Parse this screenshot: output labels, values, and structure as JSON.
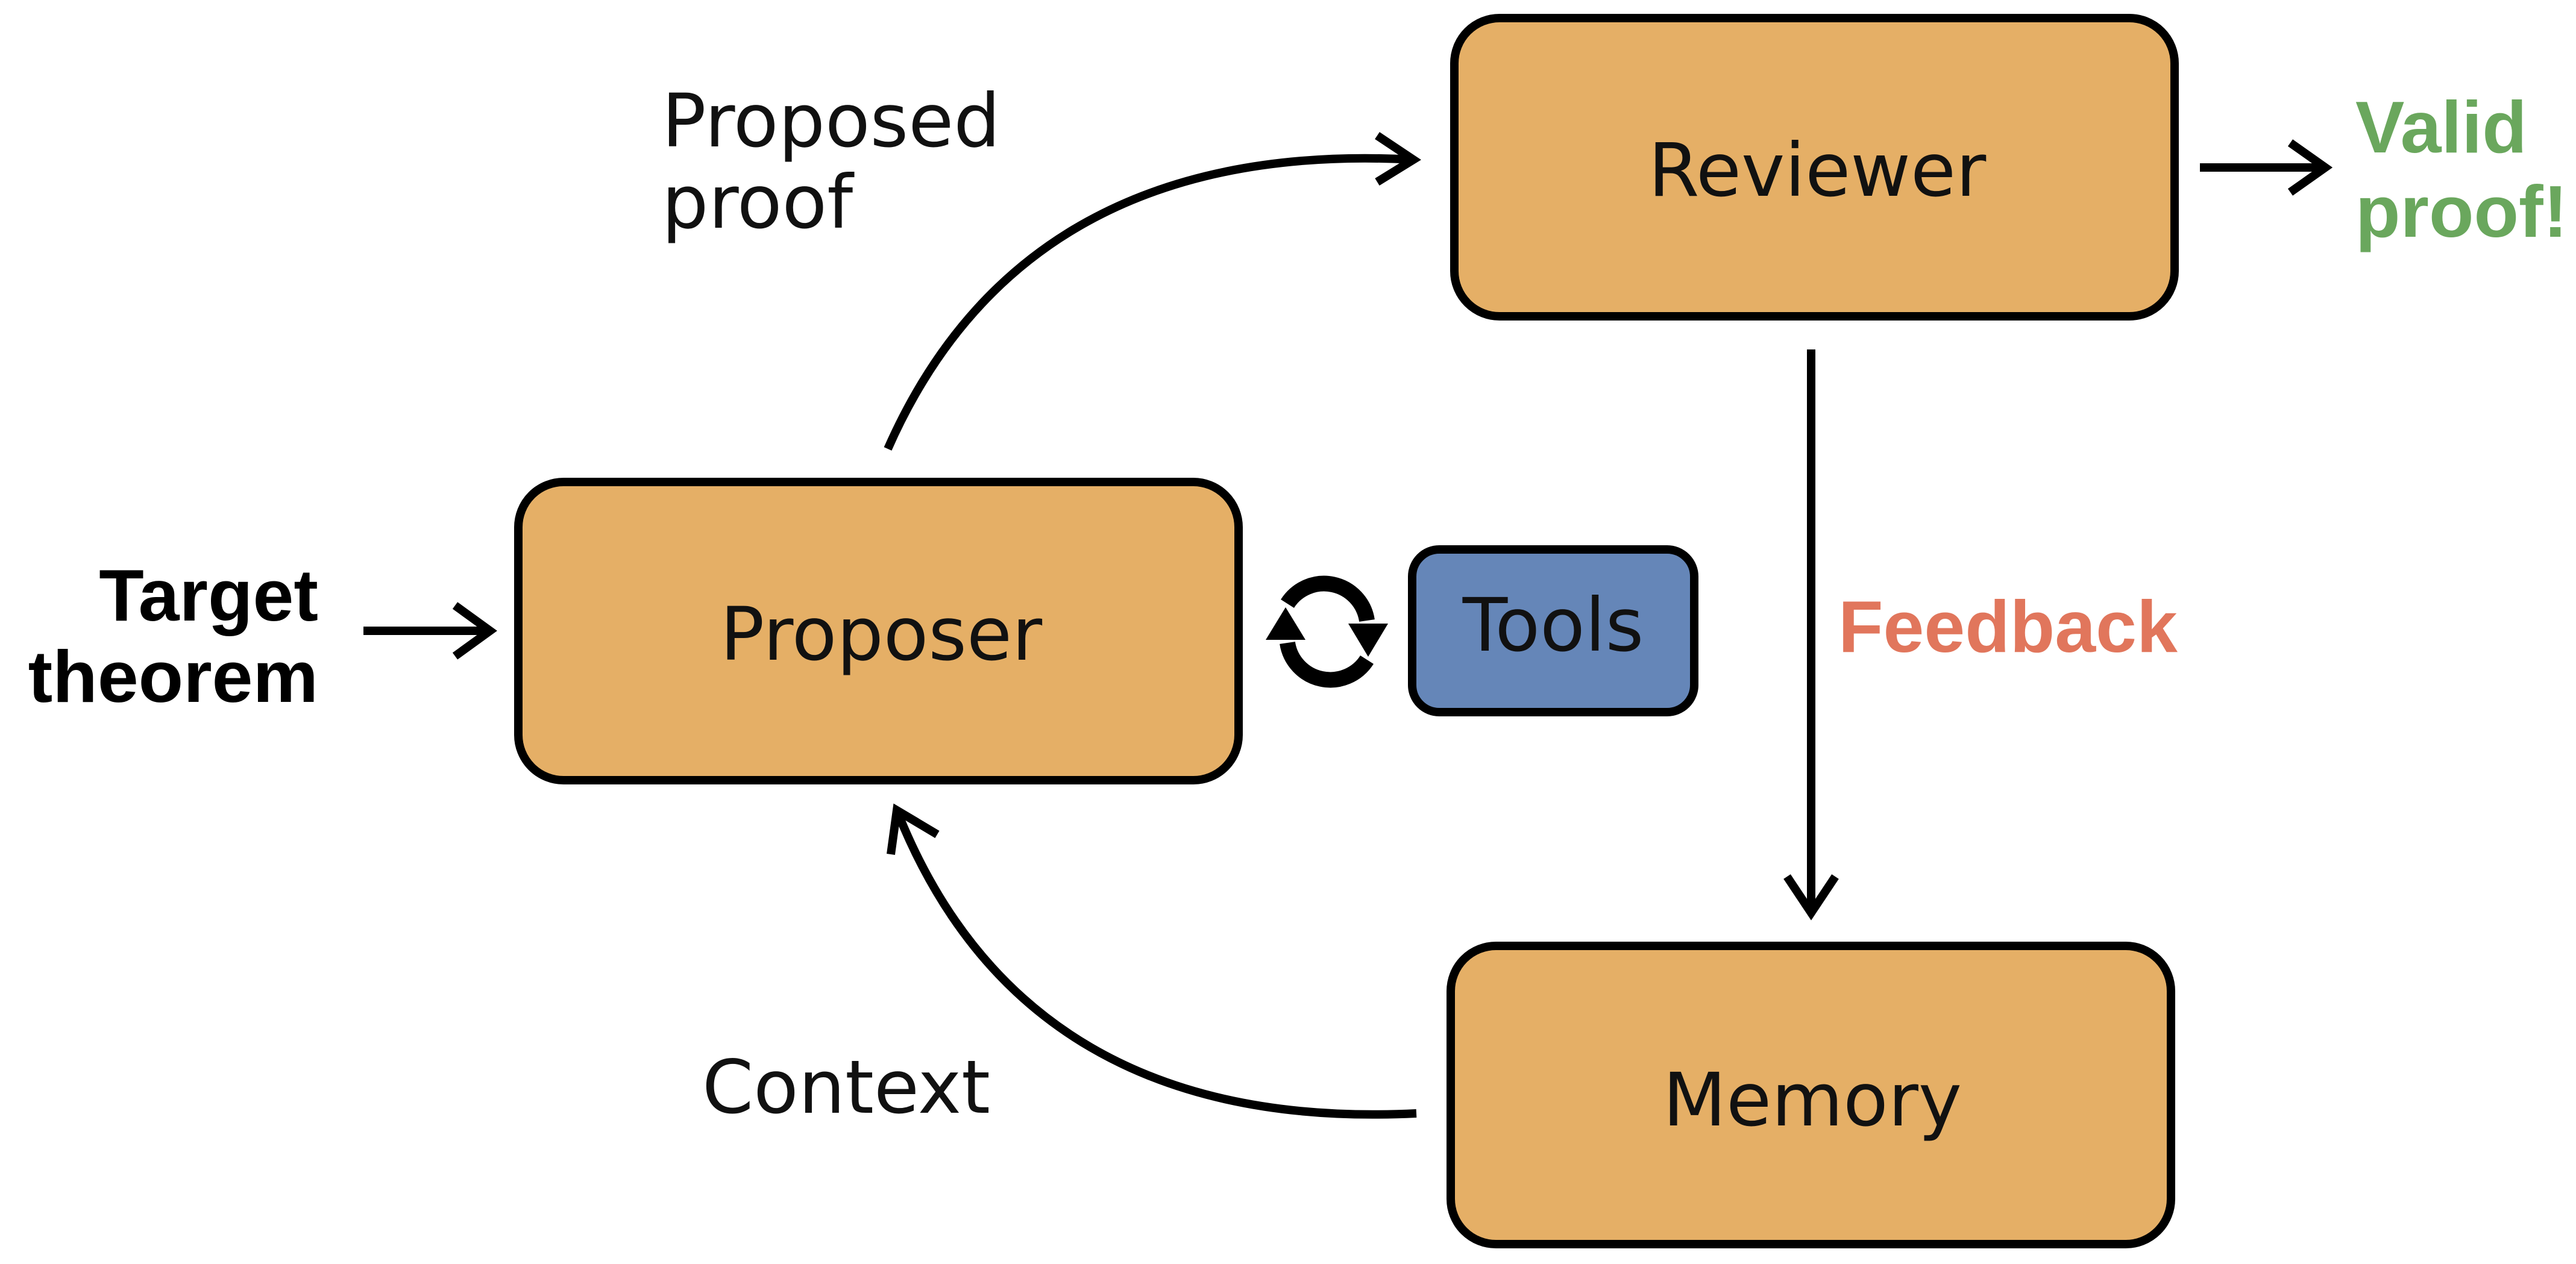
{
  "nodes": {
    "proposer": {
      "label": "Proposer",
      "fill": "#E5AF66"
    },
    "reviewer": {
      "label": "Reviewer",
      "fill": "#E5AF66"
    },
    "memory": {
      "label": "Memory",
      "fill": "#E5AF66"
    },
    "tools": {
      "label": "Tools",
      "fill": "#6586B8"
    }
  },
  "input": {
    "line1": "Target",
    "line2": "theorem",
    "color": "#000000"
  },
  "output": {
    "line1": "Valid",
    "line2": "proof!",
    "color": "#6AA75D"
  },
  "edges": {
    "proposed_proof": {
      "line1": "Proposed",
      "line2": "proof"
    },
    "feedback": {
      "label": "Feedback",
      "color": "#E1765C"
    },
    "context": {
      "label": "Context"
    }
  },
  "icons": {
    "tool_loop": "refresh-cycle-icon"
  }
}
